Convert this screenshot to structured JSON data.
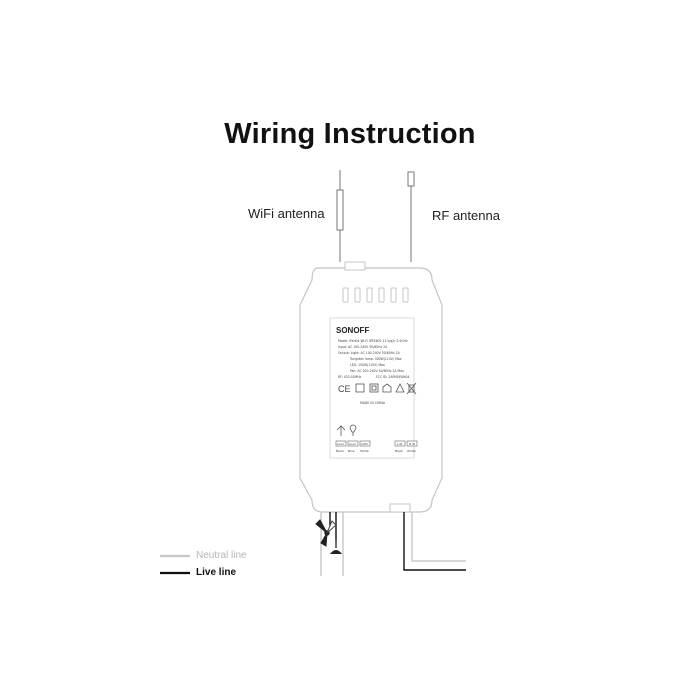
{
  "title": "Wiring Instruction",
  "antennas": {
    "wifi_label": "WiFi antenna",
    "rf_label": "RF antenna"
  },
  "device": {
    "brand": "SONOFF",
    "spec_lines": [
      "Model: iFan04  Wi-Fi IEEE802.11 b/g/n 2.4GHz",
      "Input: AC 100-240V 50/60Hz 2A",
      "Output: Light: AC 100-240V 50/60Hz 2A",
      "Tungsten lamp: 300W(110V) Max",
      "LED: 150W(110V) Max",
      "Fan: AC 100-240V 50/60Hz 2A Max",
      "RF: 433.92MHz",
      "FCC ID: 2APN5IFAN04"
    ],
    "made_in": "MADE IN CHINA",
    "cert_icons": [
      "ce-mark-icon",
      "square-mark-icon",
      "double-square-icon",
      "house-icon",
      "warning-icon",
      "weee-bin-icon"
    ],
    "left_terminals": [
      "Load",
      "Load",
      "COM"
    ],
    "left_terminal_labels": [
      "Black",
      "Blue",
      "White"
    ],
    "right_terminals": [
      "L IN",
      "N IN"
    ],
    "right_terminal_labels": [
      "Black",
      "White"
    ]
  },
  "legend": {
    "neutral": "Neutral line",
    "live": "Live line"
  },
  "colors": {
    "neutral_line": "#c8c8c8",
    "live_line": "#111111",
    "device_outline": "#bdbdbd"
  }
}
